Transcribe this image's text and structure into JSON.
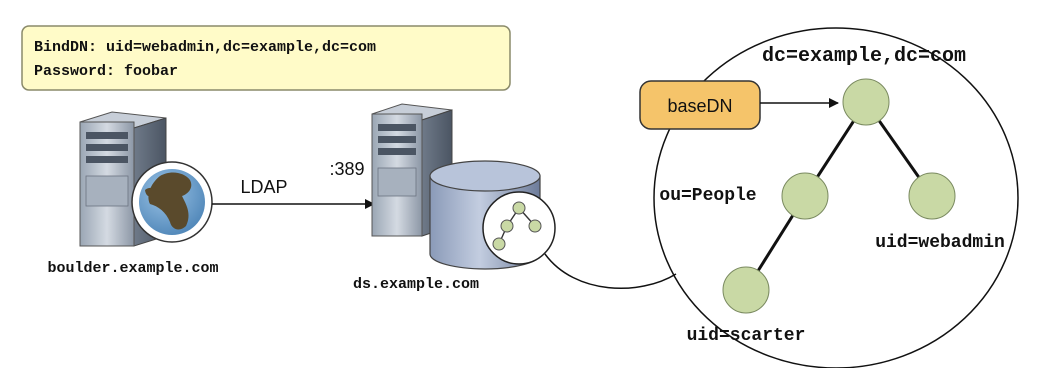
{
  "credentials": {
    "bind_dn": "BindDN: uid=webadmin,dc=example,dc=com",
    "password": "Password: foobar",
    "box_fill": "#FFFBC8",
    "box_stroke": "#8A8A6A"
  },
  "client": {
    "hostname": "boulder.example.com"
  },
  "connection": {
    "protocol": "LDAP",
    "port": ":389"
  },
  "server": {
    "hostname": "ds.example.com"
  },
  "directory_tree": {
    "root_dn": "dc=example,dc=com",
    "base_dn_label": "baseDN",
    "base_dn_fill": "#F5C46A",
    "node_fill": "#C9D9A5",
    "nodes": {
      "people": "ou=People",
      "webadmin": "uid=webadmin",
      "scarter": "uid=scarter"
    }
  },
  "icons": {
    "client_server": "server-tower-icon",
    "globe": "globe-icon",
    "directory_server": "server-tower-icon",
    "database": "database-cylinder-icon",
    "tree": "directory-tree-icon"
  }
}
